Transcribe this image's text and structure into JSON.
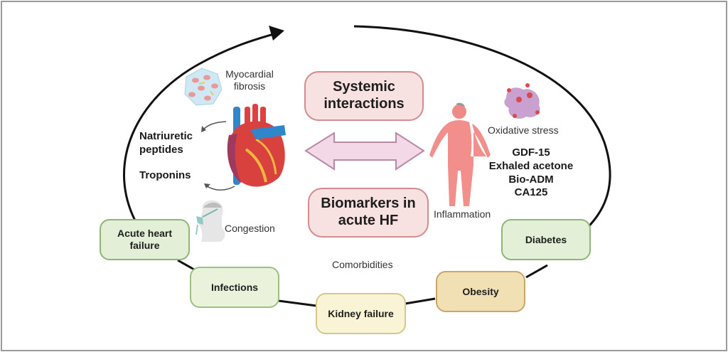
{
  "diagram": {
    "title_boxes": {
      "systemic": "Systemic interactions",
      "biomarkers": "Biomarkers in acute HF"
    },
    "left_labels": {
      "myocardial_fibrosis": "Myocardial fibrosis",
      "natriuretic_peptides": "Natriuretic peptides",
      "troponins": "Troponins",
      "congestion": "Congestion"
    },
    "right_labels": {
      "oxidative_stress": "Oxidative stress",
      "inflammation": "Inflammation"
    },
    "systemic_biomarkers": [
      "GDF-15",
      "Exhaled acetone",
      "Bio-ADM",
      "CA125"
    ],
    "comorbidities_label": "Comorbidities",
    "cycle_nodes": [
      {
        "label": "Acute heart failure",
        "color": "#e3efd6"
      },
      {
        "label": "Infections",
        "color": "#eaf2dc"
      },
      {
        "label": "Kidney failure",
        "color": "#f8f4d5"
      },
      {
        "label": "Obesity",
        "color": "#f1e0b4"
      },
      {
        "label": "Diabetes",
        "color": "#e3efd6"
      }
    ],
    "icons": [
      "fibrosis-cell-icon",
      "heart-icon",
      "oxygen-mask-icon",
      "double-arrow-icon",
      "human-body-icon",
      "oxidative-cell-icon"
    ],
    "colors": {
      "pink_box": "#f8e1e1",
      "pink_border": "#d48a8f",
      "arrow_fill": "#f3d9e8",
      "body_red": "#f07a78"
    }
  }
}
